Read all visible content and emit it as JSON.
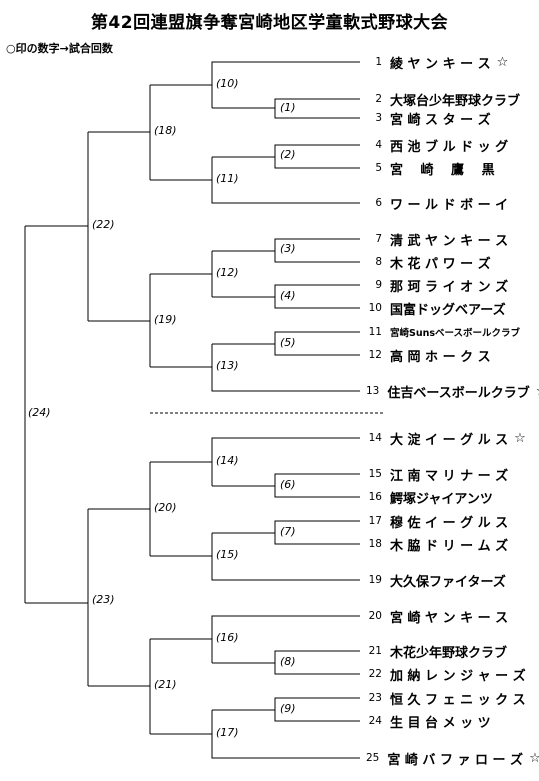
{
  "title": "第42回連盟旗争奪宮崎地区学童軟式野球大会",
  "note": "○印の数字→試合回数",
  "teams": [
    {
      "num": "1",
      "name": "綾 ヤ ン キ ー ス",
      "star": "☆"
    },
    {
      "num": "2",
      "name": "大塚台少年野球クラブ",
      "star": ""
    },
    {
      "num": "3",
      "name": "宮 崎 ス タ ー ズ",
      "star": ""
    },
    {
      "num": "4",
      "name": "西 池 ブ ル ド ッ グ",
      "star": ""
    },
    {
      "num": "5",
      "name": "宮　 崎　 鷹　 黒",
      "star": ""
    },
    {
      "num": "6",
      "name": "ワ ー ル ド ボ ー イ",
      "star": ""
    },
    {
      "num": "7",
      "name": "清 武 ヤ ン キ ー ス",
      "star": ""
    },
    {
      "num": "8",
      "name": "木 花 パ ワ ー ズ",
      "star": ""
    },
    {
      "num": "9",
      "name": "那 珂 ラ イ オ ン ズ",
      "star": ""
    },
    {
      "num": "10",
      "name": "国富ドッグベアーズ",
      "star": ""
    },
    {
      "num": "11",
      "name": "宮崎Sunsベースボールクラブ",
      "star": ""
    },
    {
      "num": "12",
      "name": "高 岡 ホ ー ク ス",
      "star": ""
    },
    {
      "num": "13",
      "name": "住吉ベースボールクラブ",
      "star": "☆"
    },
    {
      "num": "14",
      "name": "大 淀 イ ー グ ル ス",
      "star": "☆"
    },
    {
      "num": "15",
      "name": "江 南 マ リ ナ ー ズ",
      "star": ""
    },
    {
      "num": "16",
      "name": "鰐塚ジャイアンツ",
      "star": ""
    },
    {
      "num": "17",
      "name": "穆 佐 イ ー グ ル ス",
      "star": ""
    },
    {
      "num": "18",
      "name": "木 脇 ド リ ー ム ズ",
      "star": ""
    },
    {
      "num": "19",
      "name": "大久保ファイターズ",
      "star": ""
    },
    {
      "num": "20",
      "name": "宮 崎 ヤ ン キ ー ス",
      "star": ""
    },
    {
      "num": "21",
      "name": "木花少年野球クラブ",
      "star": ""
    },
    {
      "num": "22",
      "name": "加 納 レ ン ジ ャ ー ズ",
      "star": ""
    },
    {
      "num": "23",
      "name": "恒 久 フ ェ ニ ッ ク ス",
      "star": ""
    },
    {
      "num": "24",
      "name": "生 目 台 メ ッ ツ",
      "star": ""
    },
    {
      "num": "25",
      "name": "宮 崎 バ フ ァ ロ ー ズ",
      "star": "☆"
    }
  ],
  "games": [
    "(1)",
    "(2)",
    "(3)",
    "(4)",
    "(5)",
    "(6)",
    "(7)",
    "(8)",
    "(9)",
    "(10)",
    "(11)",
    "(12)",
    "(13)",
    "(14)",
    "(15)",
    "(16)",
    "(17)",
    "(18)",
    "(19)",
    "(20)",
    "(21)",
    "(22)",
    "(23)",
    "(24)"
  ]
}
